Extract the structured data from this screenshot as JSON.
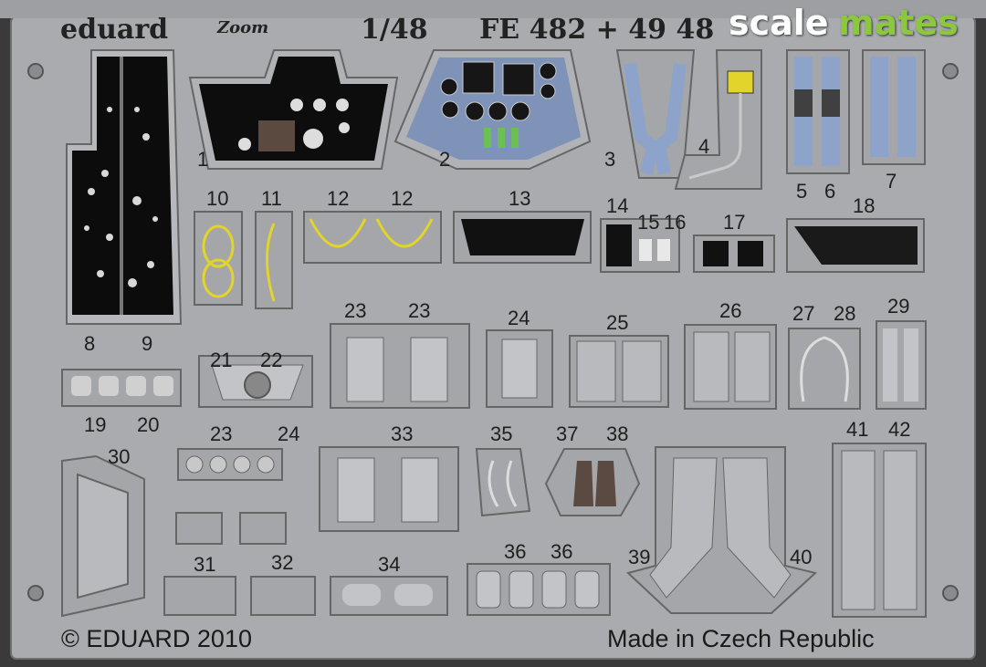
{
  "header": {
    "brand": "eduard",
    "zoom_logo": "Zoom",
    "scale": "1/48",
    "code": "FE 482 + 49 48"
  },
  "watermark": {
    "part1": "scale",
    "part2": "mates",
    "color1": "#ffffff",
    "color2": "#8dc63f"
  },
  "footer": {
    "copyright": "© EDUARD 2010",
    "origin": "Made in Czech Republic"
  },
  "part_labels": {
    "p1": "1",
    "p2": "2",
    "p3": "3",
    "p4": "4",
    "p5": "5",
    "p6": "6",
    "p7": "7",
    "p8": "8",
    "p9": "9",
    "p10": "10",
    "p11": "11",
    "p12a": "12",
    "p12b": "12",
    "p13": "13",
    "p14": "14",
    "p15": "15",
    "p16": "16",
    "p17": "17",
    "p18": "18",
    "p19": "19",
    "p20": "20",
    "p21": "21",
    "p22": "22",
    "p23a": "23",
    "p23b": "23",
    "p23c": "23",
    "p24a": "24",
    "p24b": "24",
    "p25": "25",
    "p26": "26",
    "p27": "27",
    "p28": "28",
    "p29": "29",
    "p30": "30",
    "p31": "31",
    "p32": "32",
    "p33": "33",
    "p34": "34",
    "p35": "35",
    "p36a": "36",
    "p36b": "36",
    "p37": "37",
    "p38": "38",
    "p39": "39",
    "p40": "40",
    "p41": "41",
    "p42": "42"
  },
  "colors": {
    "fret": "#a7a9ad",
    "frame": "#3a3a3a",
    "part_fill": "#9a9c9f",
    "part_edge": "#5a5b5d",
    "panel_black": "#0d0d0d",
    "belt_blue": "#8ea3c9",
    "yellow": "#e2d42a"
  }
}
